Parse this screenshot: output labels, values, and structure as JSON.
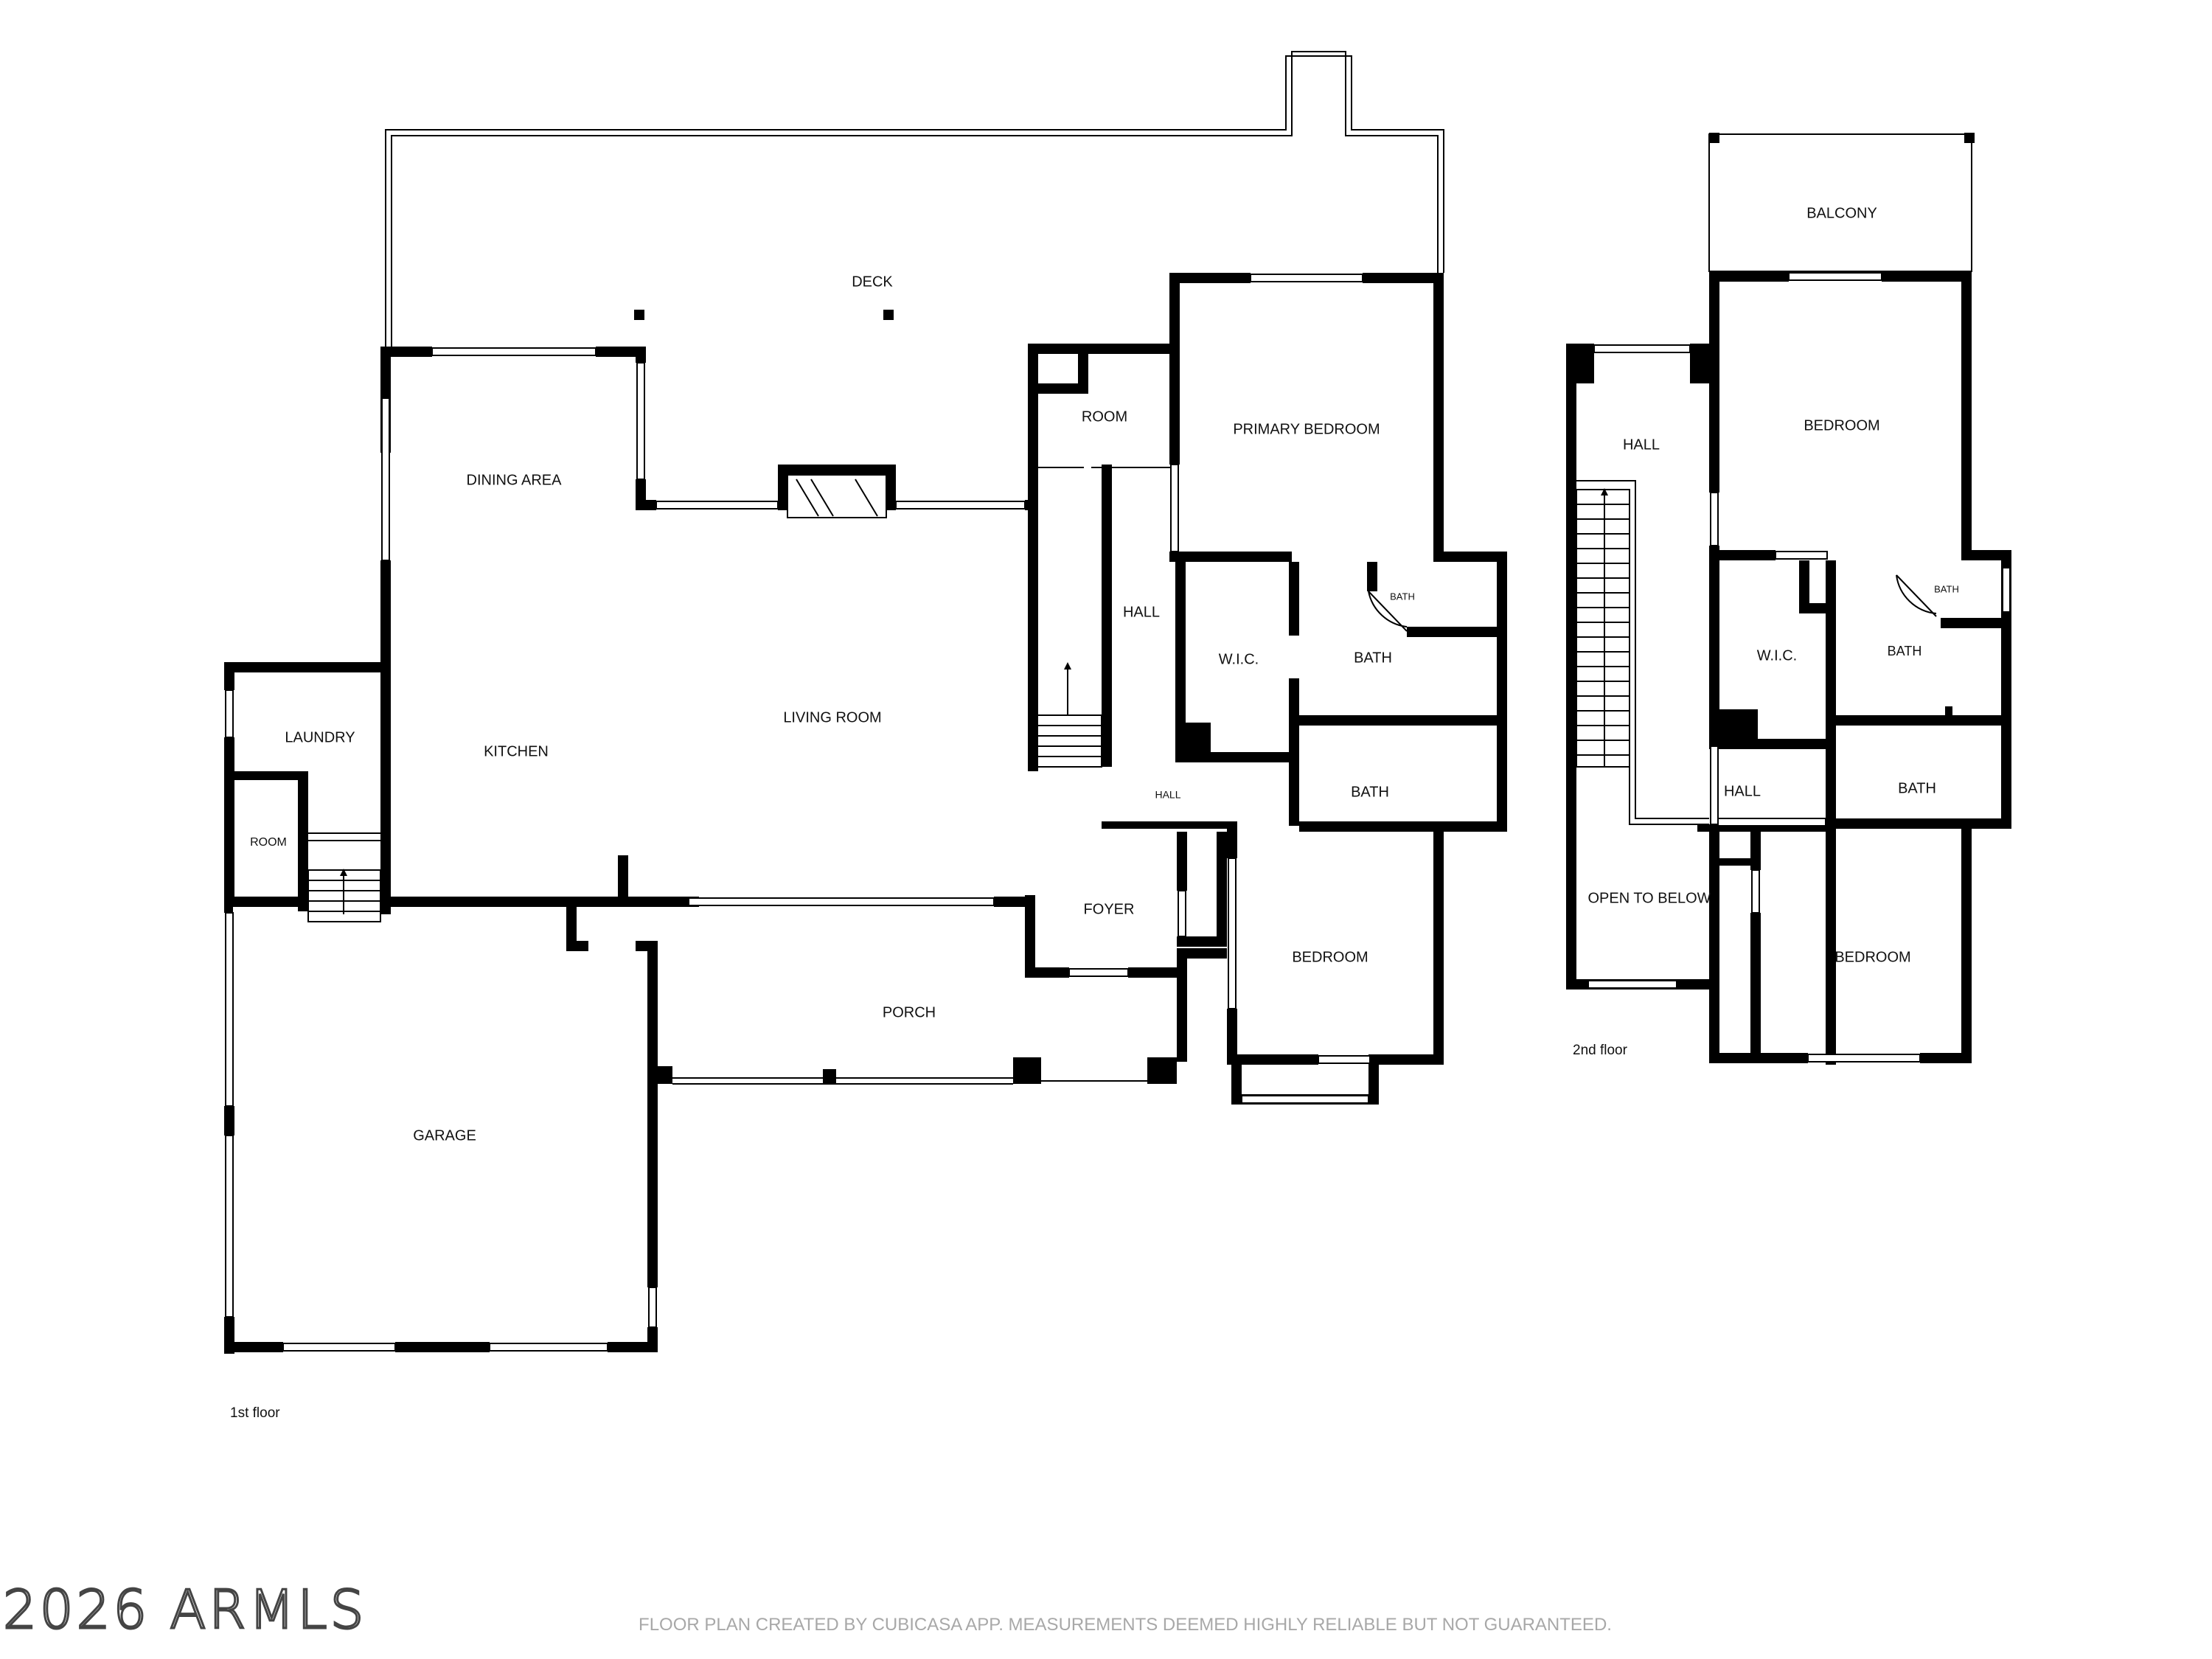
{
  "floors": {
    "first": {
      "label": "1st floor",
      "rooms": {
        "deck": "DECK",
        "dining_area": "DINING AREA",
        "kitchen": "KITCHEN",
        "living_room": "LIVING ROOM",
        "laundry": "LAUNDRY",
        "room_small": "ROOM",
        "room_upper": "ROOM",
        "hall": "HALL",
        "hall_small": "HALL",
        "primary_bedroom": "PRIMARY BEDROOM",
        "wic": "W.I.C.",
        "bath_main": "BATH",
        "bath_small": "BATH",
        "bath_lower": "BATH",
        "foyer": "FOYER",
        "bedroom": "BEDROOM",
        "porch": "PORCH",
        "garage": "GARAGE"
      }
    },
    "second": {
      "label": "2nd floor",
      "rooms": {
        "balcony": "BALCONY",
        "hall_upper": "HALL",
        "bedroom_upper": "BEDROOM",
        "wic": "W.I.C.",
        "bath_small": "BATH",
        "bath_main": "BATH",
        "hall_lower": "HALL",
        "bath_lower": "BATH",
        "open_to_below": "OPEN TO BELOW",
        "bedroom_lower": "BEDROOM"
      }
    }
  },
  "watermark": "2026 ARMLS",
  "disclaimer": "FLOOR PLAN CREATED BY CUBICASA APP. MEASUREMENTS DEEMED HIGHLY RELIABLE BUT NOT GUARANTEED."
}
